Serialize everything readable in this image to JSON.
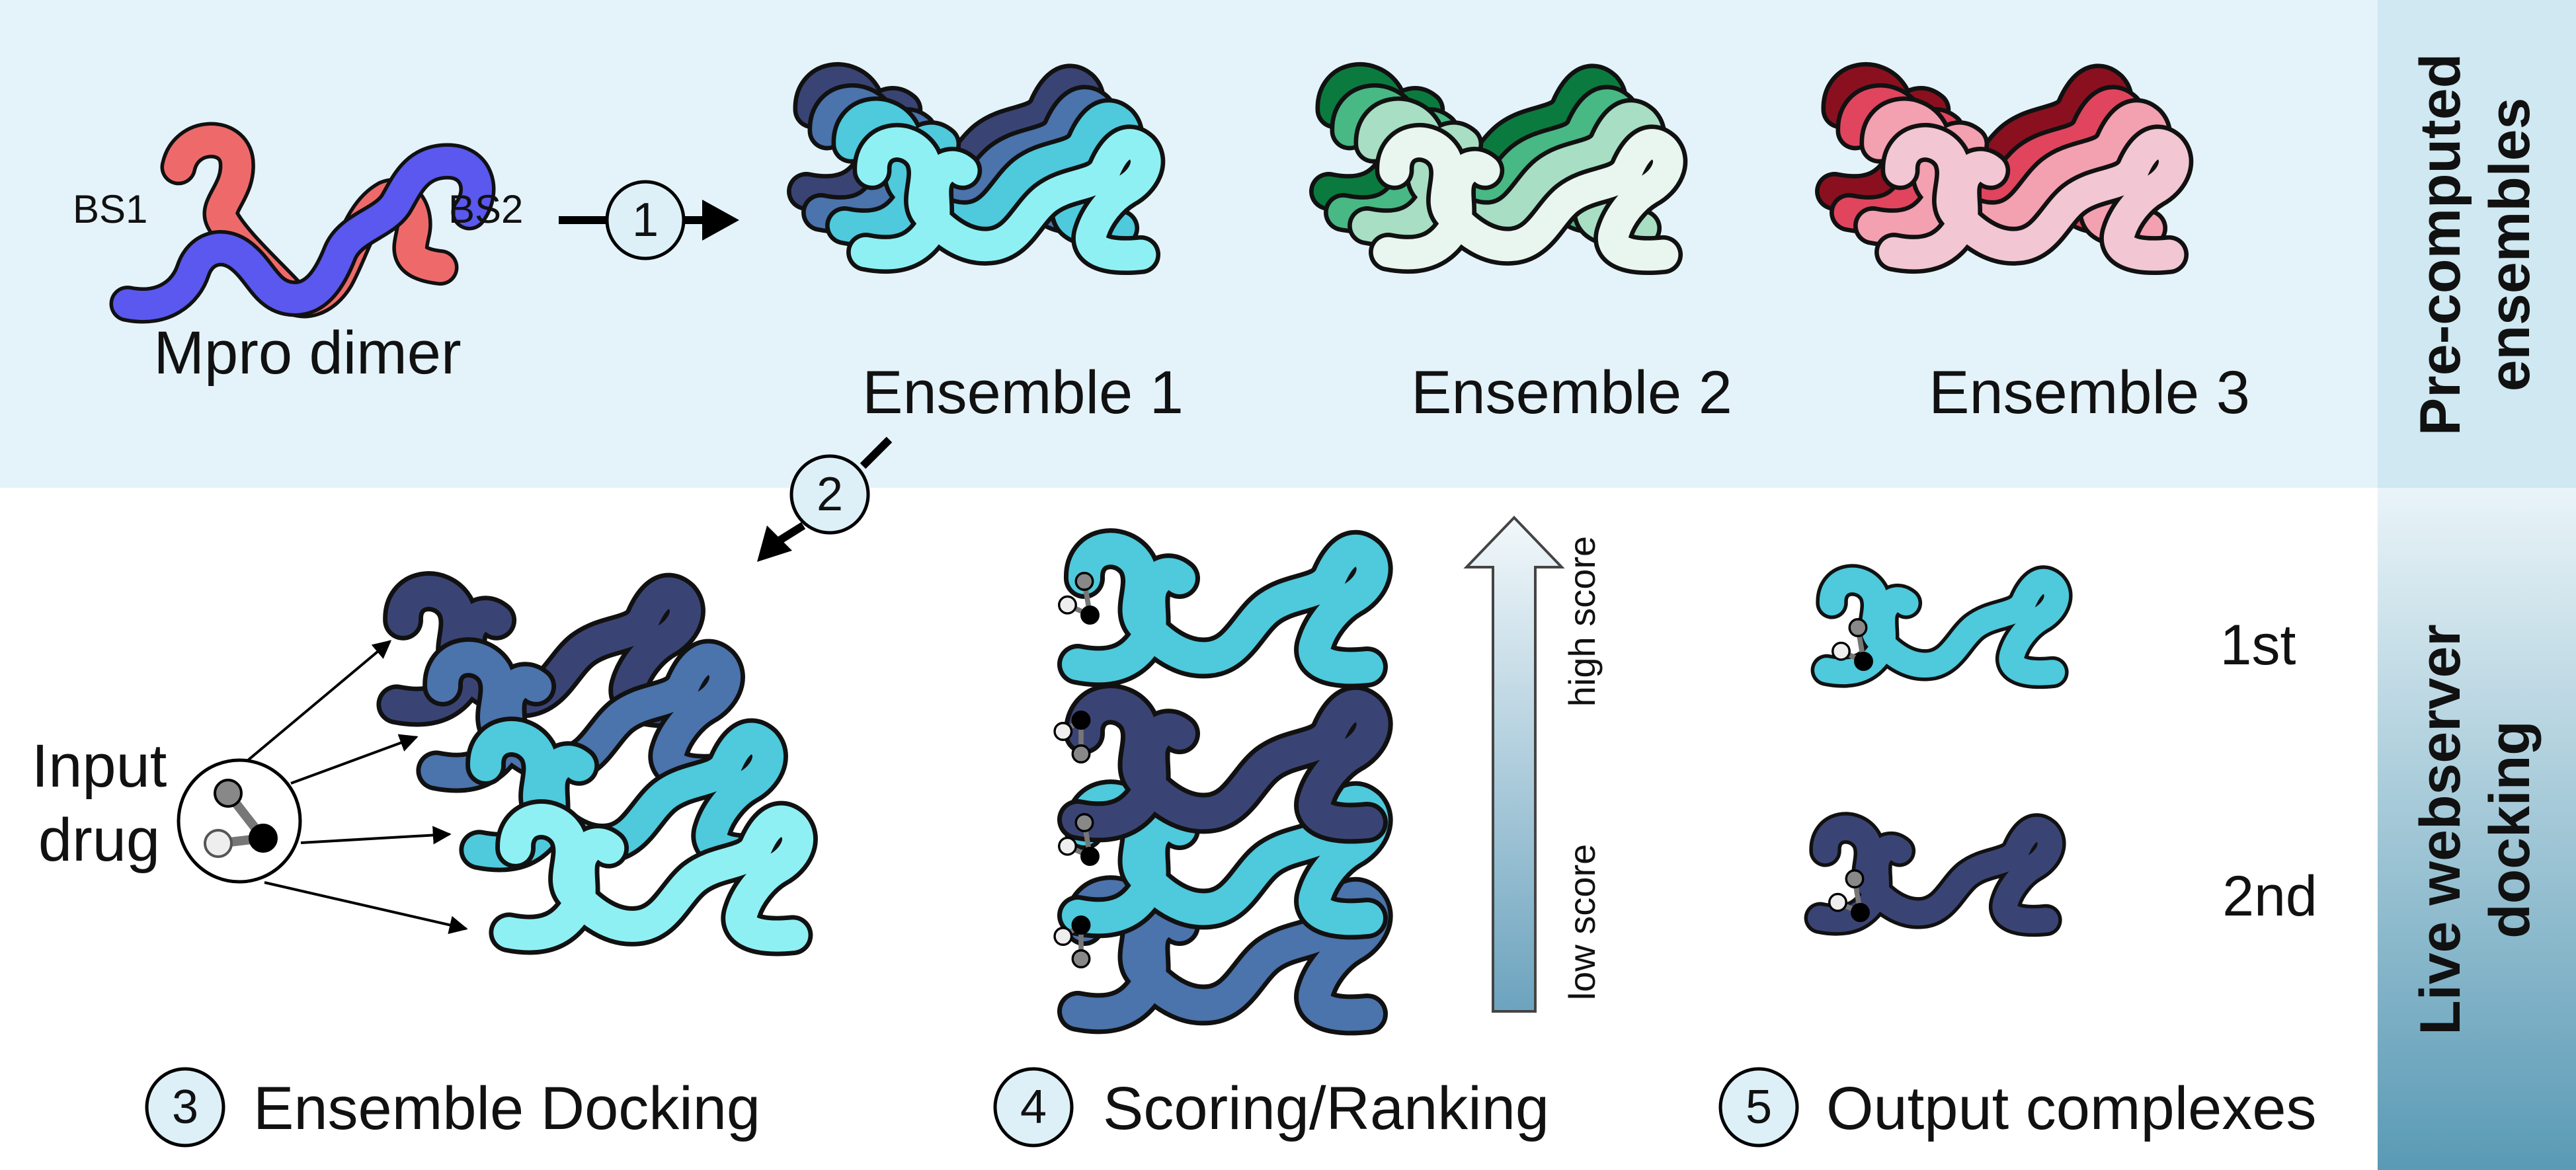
{
  "top_section": {
    "mpro_label": "Mpro dimer",
    "bs1_label": "BS1",
    "bs2_label": "BS2",
    "ensembles": [
      {
        "label": "Ensemble 1",
        "colors": [
          "#3a4474",
          "#4b73ac",
          "#4fc9dc",
          "#8ff0f4"
        ]
      },
      {
        "label": "Ensemble 2",
        "colors": [
          "#0b7a3e",
          "#48b884",
          "#a8dec4",
          "#e9f6f0"
        ]
      },
      {
        "label": "Ensemble 3",
        "colors": [
          "#8a1020",
          "#e0455d",
          "#f3a0b0",
          "#f2c6d3"
        ]
      }
    ]
  },
  "side_labels": {
    "top_line1": "Pre-computed",
    "top_line2": "ensembles",
    "bottom_line1": "Live webserver",
    "bottom_line2": "docking"
  },
  "steps": {
    "s1": "1",
    "s2": "2",
    "s3": "3",
    "s4": "4",
    "s5": "5"
  },
  "step_labels": {
    "docking": "Ensemble Docking",
    "scoring": "Scoring/Ranking",
    "output": "Output complexes"
  },
  "input_drug": {
    "line1": "Input",
    "line2": "drug"
  },
  "score_arrow": {
    "high": "high score",
    "low": "low score"
  },
  "outputs": {
    "first": "1st",
    "second": "2nd"
  },
  "colors": {
    "top_bg": "#e4f3fa",
    "side_top": "#cfe8f1",
    "side_bottom_top": "#e9f4f8",
    "side_bottom_bottom": "#5a9ab5",
    "step_circle_fill": "#ddf0f8",
    "mpro_red": "#ee6a6a",
    "mpro_blue": "#5a58ee"
  }
}
